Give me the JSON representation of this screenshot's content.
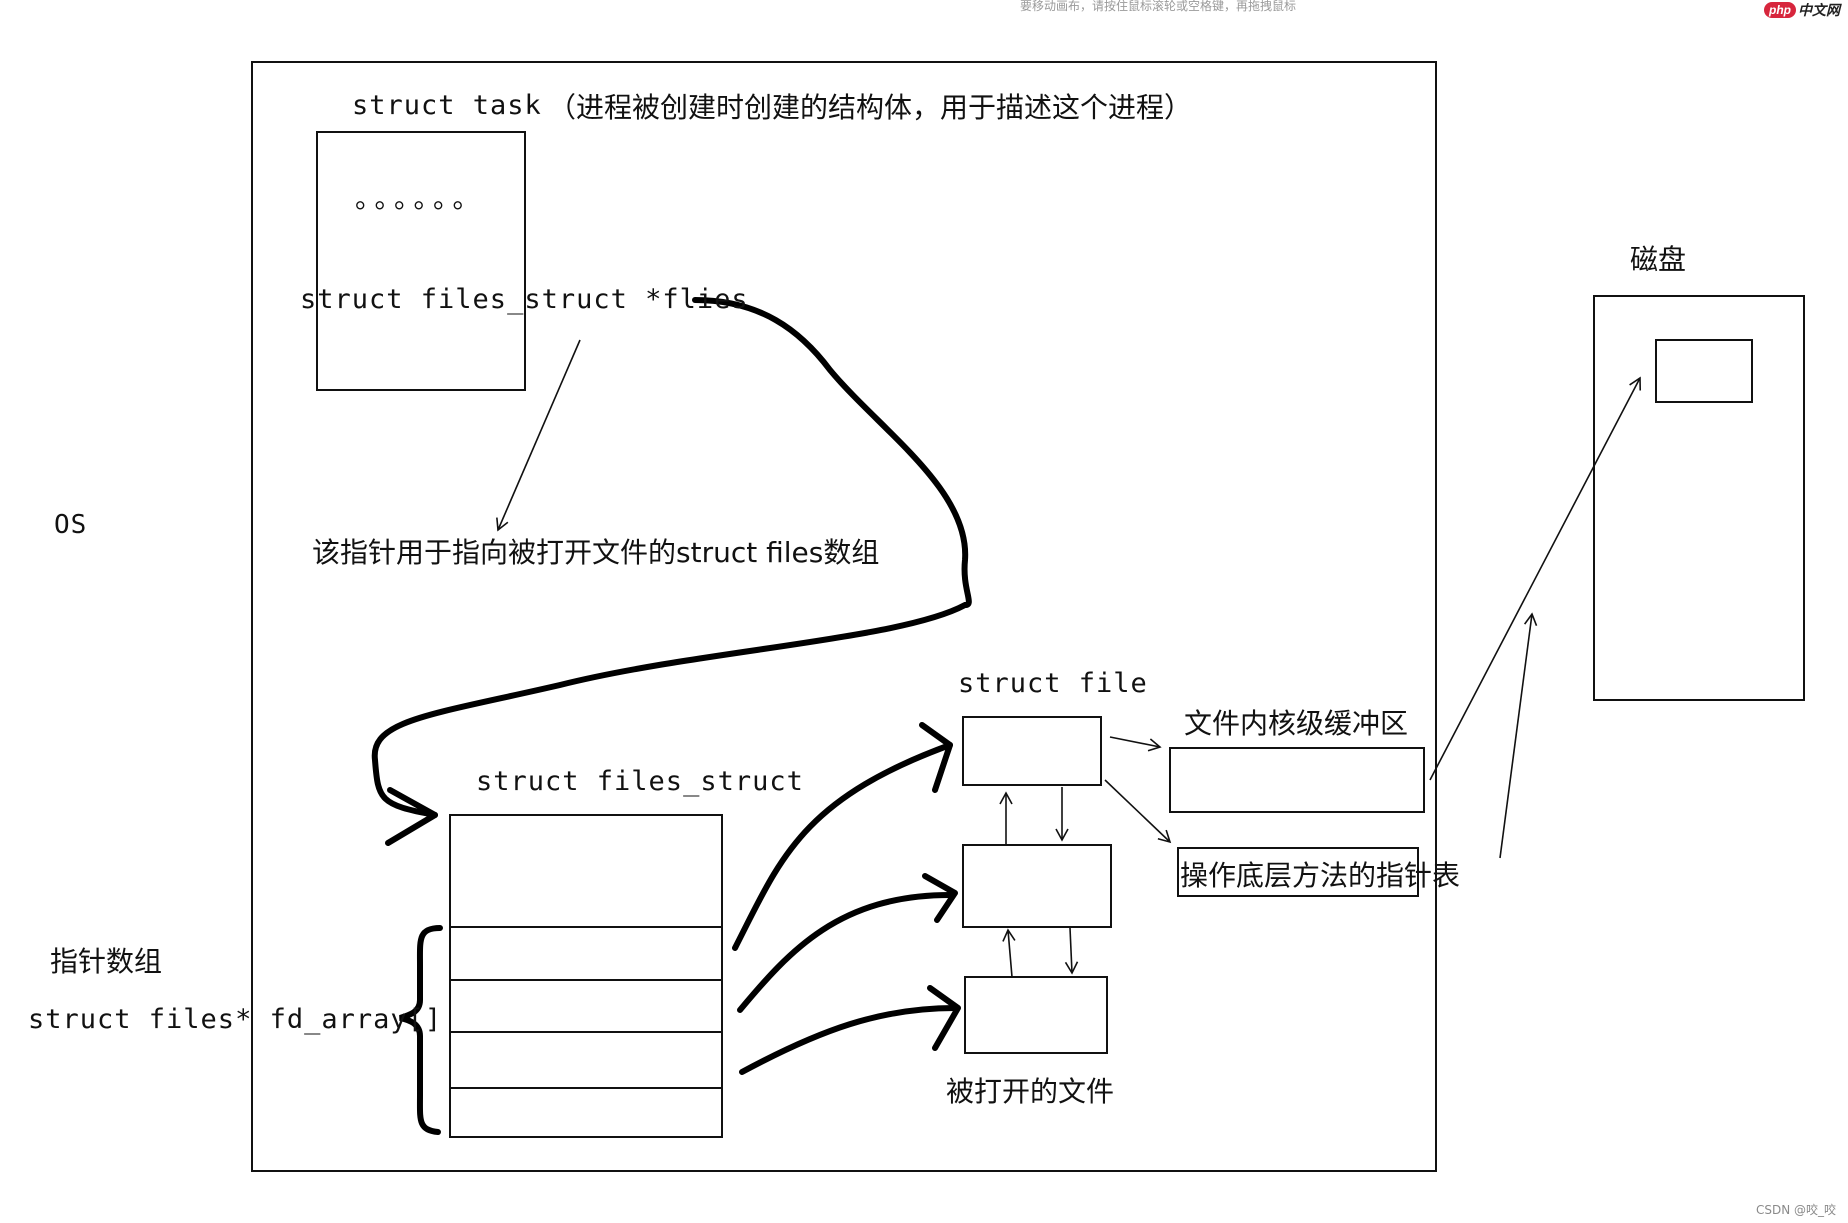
{
  "hint": "要移动画布，请按住鼠标滚轮或空格键，再拖拽鼠标",
  "watermark": {
    "badge": "php",
    "text": "中文网"
  },
  "footer": "CSDN @咬_咬",
  "labels": {
    "os": "OS",
    "struct_task": "struct task",
    "struct_task_note": "（进程被创建时创建的结构体，用于描述这个进程）",
    "ellipsis": "。。。。。。",
    "files_ptr": "struct files_struct *flies",
    "pointer_note": "该指针用于指向被打开文件的struct files数组",
    "disk": "磁盘",
    "struct_file": "struct file",
    "kernel_buffer": "文件内核级缓冲区",
    "ops_table": "操作底层方法的指针表",
    "files_struct": "struct files_struct",
    "pointer_array": "指针数组",
    "fd_array": "struct files* fd_array[]",
    "opened_files": "被打开的文件"
  },
  "colors": {
    "ink": "#111111",
    "background": "#ffffff",
    "hint": "#9a9a9a",
    "logo_red": "#d7263d"
  }
}
